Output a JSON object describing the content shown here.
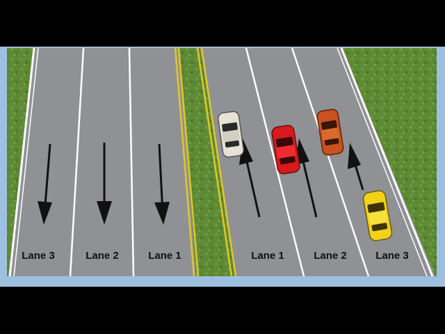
{
  "diagram": {
    "left_roadway": {
      "direction": "down",
      "lanes": [
        {
          "label": "Lane 3"
        },
        {
          "label": "Lane 2"
        },
        {
          "label": "Lane 1"
        }
      ]
    },
    "right_roadway": {
      "direction": "up",
      "lanes": [
        {
          "label": "Lane 1"
        },
        {
          "label": "Lane 2"
        },
        {
          "label": "Lane 3"
        }
      ]
    },
    "vehicles": [
      {
        "name": "white-car",
        "color": "#e6e2d6",
        "lane": "right Lane 1"
      },
      {
        "name": "red-car",
        "color": "#d8191e",
        "lane": "right Lane 2"
      },
      {
        "name": "orange-car",
        "color": "#c9521f",
        "lane": "right Lane 3"
      },
      {
        "name": "yellow-car",
        "color": "#f2d21a",
        "lane": "right Lane 3"
      }
    ],
    "colors": {
      "grass": "#5f8a35",
      "asphalt": "#8f9194",
      "center_line": "#e2c72a",
      "frame": "#9ec0e0",
      "edge_line": "#ffffff"
    }
  }
}
